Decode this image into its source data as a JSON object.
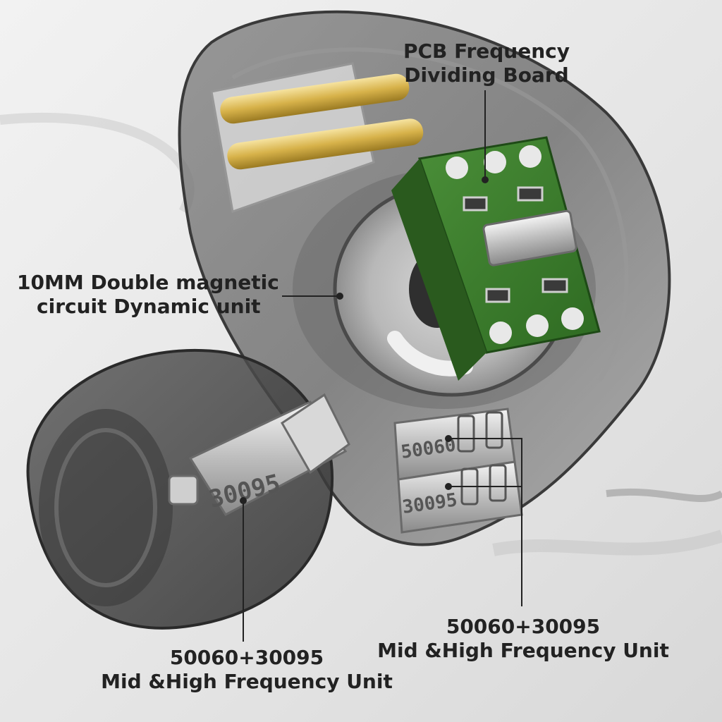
{
  "callouts": {
    "pcb": {
      "line1": "PCB Frequency",
      "line2": "Dividing Board"
    },
    "dynamic": {
      "line1": "10MM Double magnetic",
      "line2": "circuit Dynamic unit"
    },
    "ba_right": {
      "line1": "50060+30095",
      "line2": "Mid &High Frequency Unit"
    },
    "ba_left": {
      "line1": "50060+30095",
      "line2": "Mid &High Frequency Unit"
    }
  },
  "engravings": {
    "left_driver": "30095",
    "right_top": "50060",
    "right_bottom": "30095"
  },
  "colors": {
    "background": "#e9e9e9",
    "shell": "#4a4a4a",
    "pcb_green": "#3a7a2c",
    "gold": "#d7b24a",
    "text": "#222222"
  }
}
